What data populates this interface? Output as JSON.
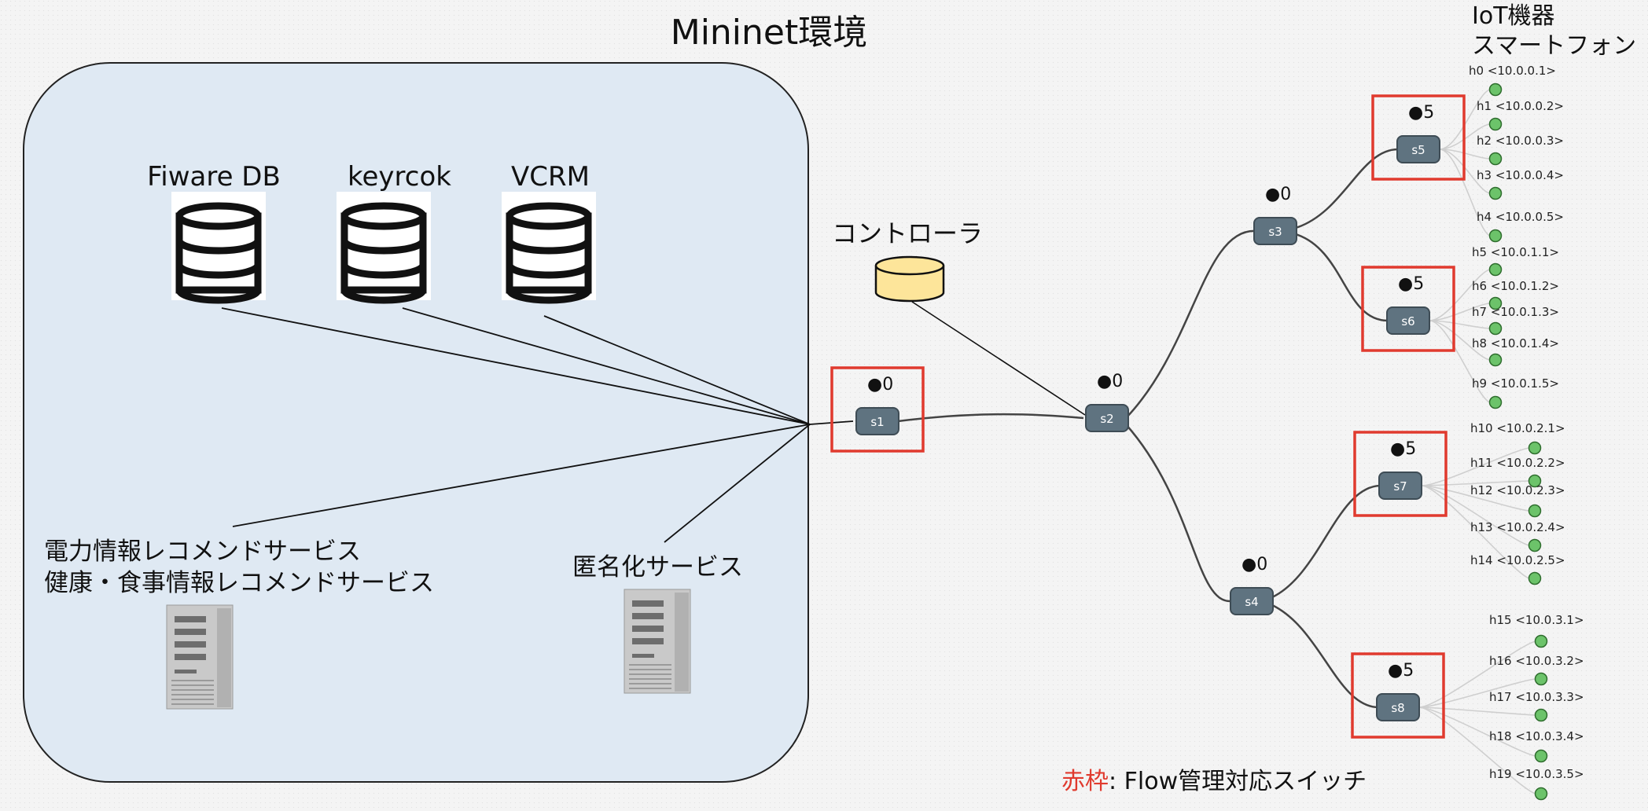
{
  "title": "Mininet環境",
  "iot_heading": [
    "IoT機器",
    "スマートフォン"
  ],
  "controller_label": "コントローラ",
  "databases": [
    {
      "key": "fiware",
      "label": "Fiware DB"
    },
    {
      "key": "keyrcok",
      "label": "keyrcok"
    },
    {
      "key": "vcrm",
      "label": "VCRM"
    }
  ],
  "servers": [
    {
      "key": "recommend",
      "label_lines": [
        "電力情報レコメンドサービス",
        "健康・食事情報レコメンドサービス"
      ]
    },
    {
      "key": "anon",
      "label_lines": [
        "匿名化サービス"
      ]
    }
  ],
  "switches": [
    {
      "id": "s1",
      "flows": "0",
      "flow_managed": true
    },
    {
      "id": "s2",
      "flows": "0",
      "flow_managed": false
    },
    {
      "id": "s3",
      "flows": "0",
      "flow_managed": false
    },
    {
      "id": "s4",
      "flows": "0",
      "flow_managed": false
    },
    {
      "id": "s5",
      "flows": "5",
      "flow_managed": true
    },
    {
      "id": "s6",
      "flows": "5",
      "flow_managed": true
    },
    {
      "id": "s7",
      "flows": "5",
      "flow_managed": true
    },
    {
      "id": "s8",
      "flows": "5",
      "flow_managed": true
    }
  ],
  "hosts": [
    {
      "name": "h0",
      "ip": "<10.0.0.1>",
      "switch": "s5"
    },
    {
      "name": "h1",
      "ip": "<10.0.0.2>",
      "switch": "s5"
    },
    {
      "name": "h2",
      "ip": "<10.0.0.3>",
      "switch": "s5"
    },
    {
      "name": "h3",
      "ip": "<10.0.0.4>",
      "switch": "s5"
    },
    {
      "name": "h4",
      "ip": "<10.0.0.5>",
      "switch": "s5"
    },
    {
      "name": "h5",
      "ip": "<10.0.1.1>",
      "switch": "s6"
    },
    {
      "name": "h6",
      "ip": "<10.0.1.2>",
      "switch": "s6"
    },
    {
      "name": "h7",
      "ip": "<10.0.1.3>",
      "switch": "s6"
    },
    {
      "name": "h8",
      "ip": "<10.0.1.4>",
      "switch": "s6"
    },
    {
      "name": "h9",
      "ip": "<10.0.1.5>",
      "switch": "s6"
    },
    {
      "name": "h10",
      "ip": "<10.0.2.1>",
      "switch": "s7"
    },
    {
      "name": "h11",
      "ip": "<10.0.2.2>",
      "switch": "s7"
    },
    {
      "name": "h12",
      "ip": "<10.0.2.3>",
      "switch": "s7"
    },
    {
      "name": "h13",
      "ip": "<10.0.2.4>",
      "switch": "s7"
    },
    {
      "name": "h14",
      "ip": "<10.0.2.5>",
      "switch": "s7"
    },
    {
      "name": "h15",
      "ip": "<10.0.3.1>",
      "switch": "s8"
    },
    {
      "name": "h16",
      "ip": "<10.0.3.2>",
      "switch": "s8"
    },
    {
      "name": "h17",
      "ip": "<10.0.3.3>",
      "switch": "s8"
    },
    {
      "name": "h18",
      "ip": "<10.0.3.4>",
      "switch": "s8"
    },
    {
      "name": "h19",
      "ip": "<10.0.3.5>",
      "switch": "s8"
    }
  ],
  "legend": {
    "marker": "赤枠",
    "text": ": Flow管理対応スイッチ"
  },
  "colors": {
    "mininet_fill": "#dfe9f3",
    "switch_fill": "#5f7380",
    "host_fill": "#6cc36a",
    "highlight": "#e03a2e",
    "controller_fill": "#fde59a"
  }
}
